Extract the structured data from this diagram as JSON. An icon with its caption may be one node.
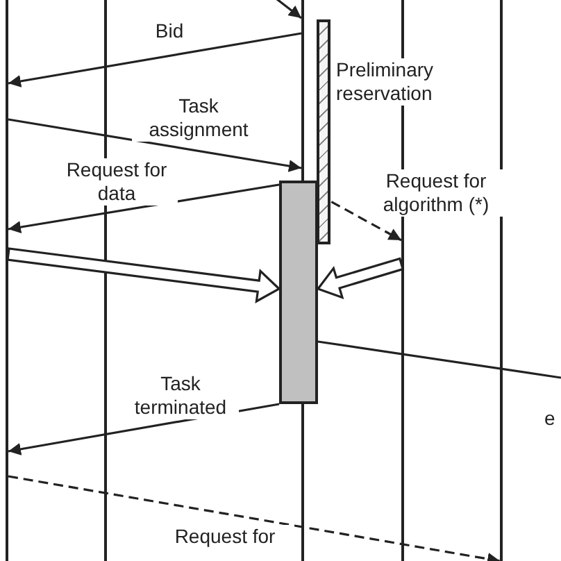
{
  "diagram": {
    "nodes": [
      {
        "text": [],
        "shape": "line"
      },
      {
        "text": [],
        "shape": "line"
      },
      {
        "text": [],
        "shape": "line"
      },
      {
        "text": [],
        "shape": "line"
      },
      {
        "text": [],
        "shape": "line"
      },
      {
        "text": [],
        "shape": "bar",
        "beside": [
          "Preliminary reservation"
        ]
      },
      {
        "text": [],
        "shape": "bar"
      }
    ],
    "edges": [
      {
        "from": null,
        "to": 2,
        "arrow": "to"
      },
      {
        "from": 2,
        "to": 0,
        "arrow": "to",
        "label": "Bid"
      },
      {
        "from": 0,
        "to": 2,
        "arrow": "to",
        "label": "Task assignment"
      },
      {
        "from": 6,
        "to": 0,
        "arrow": "to",
        "label": "Request for data"
      },
      {
        "from": 6,
        "to": 3,
        "arrow": "to",
        "label": "Request for algorithm (*)",
        "style": "dashed"
      },
      {
        "from": 0,
        "to": 6,
        "arrow": "to",
        "style": "thick"
      },
      {
        "from": 3,
        "to": 6,
        "arrow": "to",
        "style": "thick"
      },
      {
        "from": 6,
        "to": null,
        "arrow": "none"
      },
      {
        "from": 6,
        "to": 0,
        "arrow": "to",
        "label": "Task terminated"
      },
      {
        "from": 0,
        "to": 4,
        "arrow": "to",
        "label": "Request for",
        "style": "dashed"
      }
    ],
    "labels": [
      "e"
    ]
  }
}
